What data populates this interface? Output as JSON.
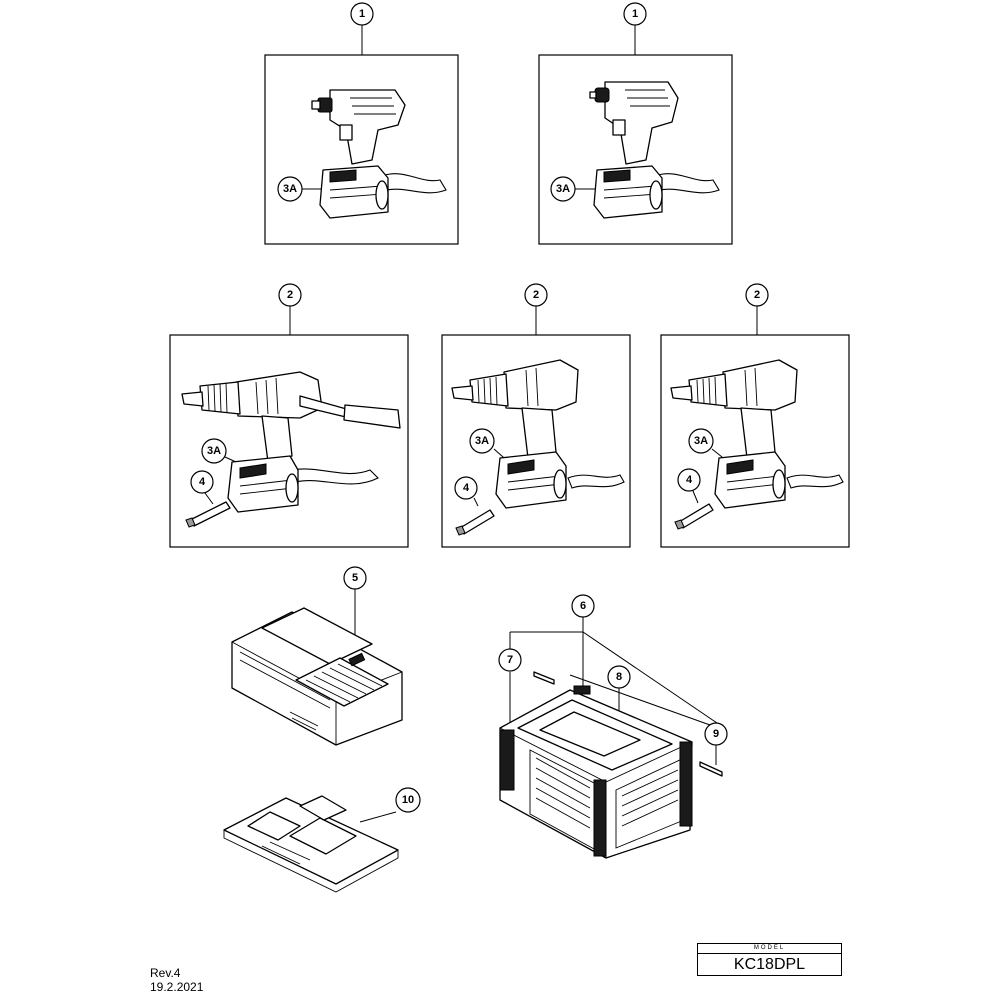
{
  "callouts": {
    "c1a": "1",
    "c1b": "1",
    "c2a": "2",
    "c2b": "2",
    "c2c": "2",
    "c3a1": "3A",
    "c3a2": "3A",
    "c3a3": "3A",
    "c3a4": "3A",
    "c3a5": "3A",
    "c4a": "4",
    "c4b": "4",
    "c4c": "4",
    "c5": "5",
    "c6": "6",
    "c7": "7",
    "c8": "8",
    "c9": "9",
    "c10": "10"
  },
  "revision": {
    "rev": "Rev.4",
    "date": "19.2.2021"
  },
  "model": {
    "label": "MODEL",
    "value": "KC18DPL"
  }
}
